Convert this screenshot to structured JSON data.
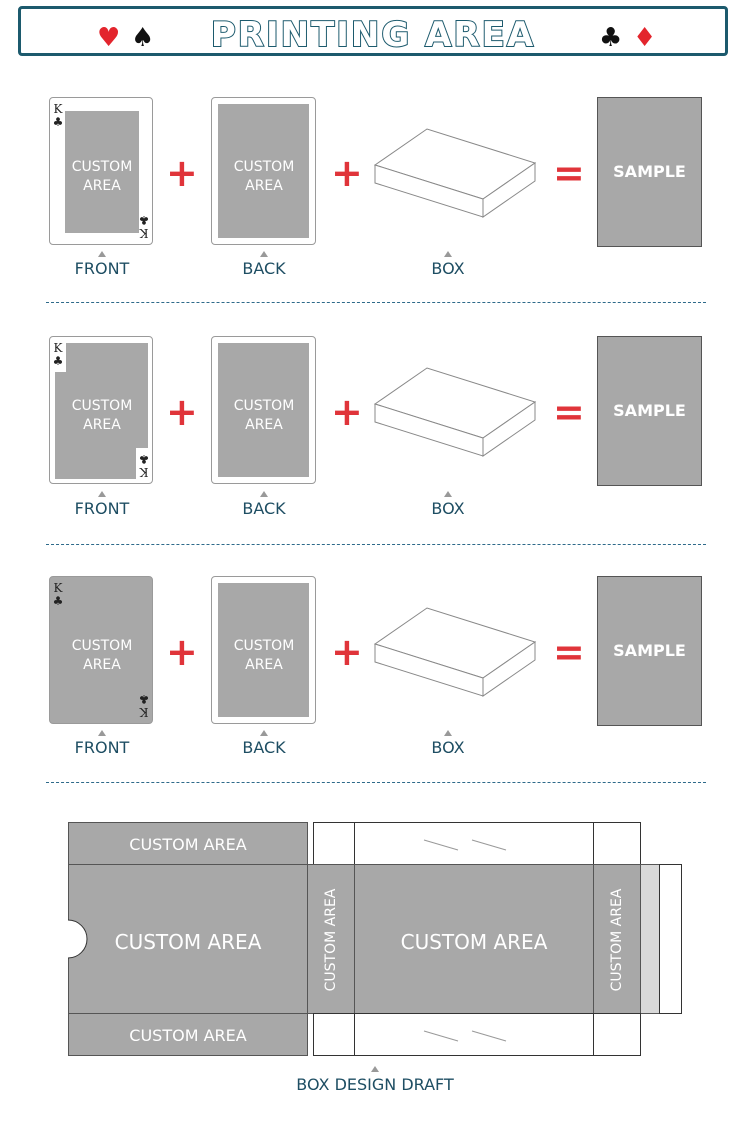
{
  "header": {
    "title": "PRINTING AREA",
    "suits_left": [
      "♥",
      "♠"
    ],
    "suits_right": [
      "♣",
      "♦"
    ],
    "border_color": "#1c5a6d",
    "suit_red": "#e3252d"
  },
  "rows": [
    {
      "front_label": "FRONT",
      "back_label": "BACK",
      "box_label": "BOX",
      "custom_text": "CUSTOM AREA",
      "sample_text": "SAMPLE",
      "plus": "+",
      "equals": "=",
      "rank": "K",
      "suit": "♣"
    },
    {
      "front_label": "FRONT",
      "back_label": "BACK",
      "box_label": "BOX",
      "custom_text": "CUSTOM AREA",
      "sample_text": "SAMPLE",
      "plus": "+",
      "equals": "=",
      "rank": "K",
      "suit": "♣"
    },
    {
      "front_label": "FRONT",
      "back_label": "BACK",
      "box_label": "BOX",
      "custom_text": "CUSTOM AREA",
      "sample_text": "SAMPLE",
      "plus": "+",
      "equals": "=",
      "rank": "K",
      "suit": "♣"
    }
  ],
  "draft": {
    "top_flap": "CUSTOM AREA",
    "bottom_flap": "CUSTOM AREA",
    "front_panel": "CUSTOM AREA",
    "back_panel": "CUSTOM AREA",
    "side_left": "CUSTOM AREA",
    "side_right": "CUSTOM AREA",
    "caption": "BOX DESIGN DRAFT"
  },
  "colors": {
    "accent": "#e0343a",
    "label": "#1e4e63",
    "panel_gray": "#a8a8a8"
  }
}
